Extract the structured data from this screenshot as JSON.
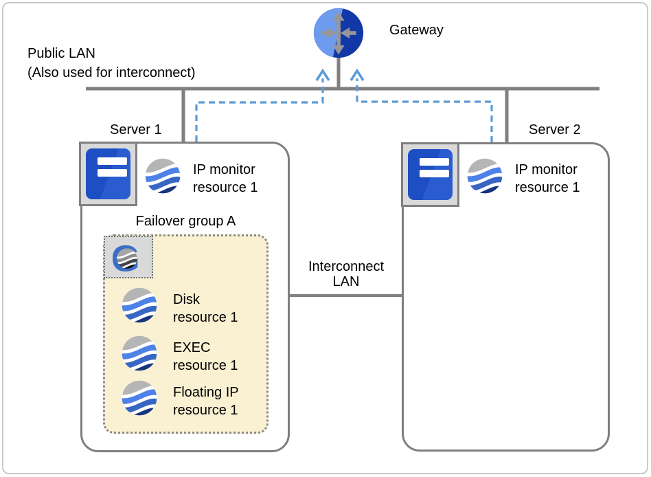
{
  "diagram": {
    "type": "cluster-architecture-diagram",
    "gateway_label": "Gateway",
    "public_lan": {
      "line1": "Public LAN",
      "line2": "(Also used for interconnect)"
    },
    "interconnect_lan": {
      "line1": "Interconnect",
      "line2": "LAN"
    }
  },
  "server1": {
    "label": "Server 1",
    "ip_monitor": {
      "line1": "IP monitor",
      "line2": "resource 1"
    },
    "failover_group": {
      "label": "Failover group A",
      "resources": [
        {
          "line1": "Disk",
          "line2": "resource 1"
        },
        {
          "line1": "EXEC",
          "line2": "resource 1"
        },
        {
          "line1": "Floating IP",
          "line2": "resource 1"
        }
      ]
    }
  },
  "server2": {
    "label": "Server 2",
    "ip_monitor": {
      "line1": "IP monitor",
      "line2": "resource 1"
    }
  },
  "icons": {
    "gateway": "router-gateway-icon",
    "server": "server-tower-icon",
    "resource": "globe-wave-icon",
    "cluster_logo": "cluster-g-icon"
  },
  "colors": {
    "line_gray": "#808080",
    "box_border_gray": "#7f7f7f",
    "dashed_blue": "#5b9bd5",
    "failover_bg": "#faf0d2",
    "icon_tray_gray": "#d9d9d9",
    "server_blue": "#1e4fc2",
    "gateway_light_blue": "#6d9bee",
    "gateway_dark_blue": "#1238a8",
    "globe_gray": "#b5b5b5",
    "globe_blue_light": "#4e82e8",
    "globe_blue_mid": "#3866c4",
    "globe_navy": "#16357e"
  }
}
